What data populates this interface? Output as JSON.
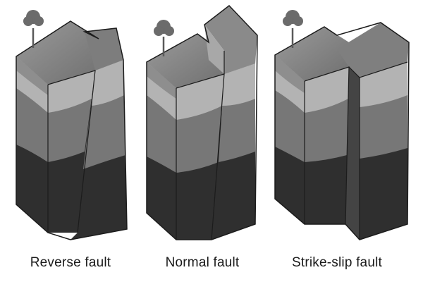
{
  "captions": {
    "reverse": "Reverse fault",
    "normal": "Normal fault",
    "strike_slip": "Strike-slip fault"
  },
  "colors": {
    "background": "#ffffff",
    "top_surface": "#8a8a8a",
    "light_band": "#b3b3b3",
    "mid_layer": "#777777",
    "deep_layer": "#2f2f2f",
    "outline": "#1c1c1c",
    "tree": "#6b6b6b"
  }
}
